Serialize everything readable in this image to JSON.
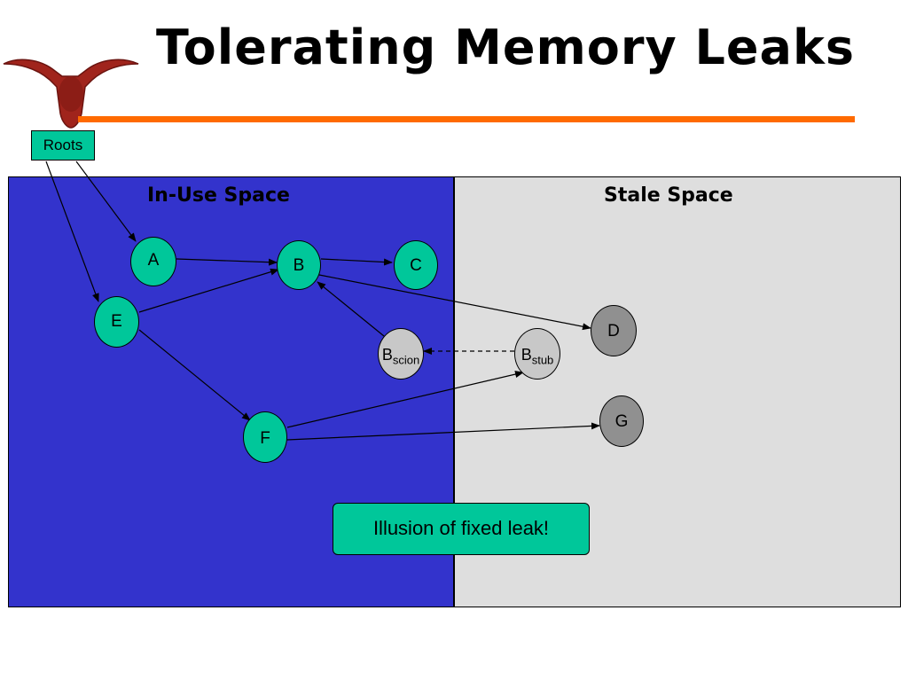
{
  "slide": {
    "title": "Tolerating Memory Leaks",
    "accent_color": "#ff6a00",
    "logo_icon": "longhorn-logo"
  },
  "diagram": {
    "roots_label": "Roots",
    "regions": {
      "in_use": {
        "label": "In-Use Space",
        "color": "#3333cc"
      },
      "stale": {
        "label": "Stale Space",
        "color": "#dedede"
      }
    },
    "nodes": {
      "A": "A",
      "B": "B",
      "C": "C",
      "D": "D",
      "E": "E",
      "F": "F",
      "G": "G",
      "B_scion": {
        "base": "B",
        "sub": "scion"
      },
      "B_stub": {
        "base": "B",
        "sub": "stub"
      }
    },
    "edges": [
      [
        "Roots",
        "A"
      ],
      [
        "Roots",
        "E"
      ],
      [
        "A",
        "B"
      ],
      [
        "B",
        "C"
      ],
      [
        "B",
        "D"
      ],
      [
        "E",
        "B"
      ],
      [
        "E",
        "F"
      ],
      [
        "B_scion",
        "B"
      ],
      [
        "F",
        "B_stub"
      ],
      [
        "F",
        "G"
      ],
      [
        "B_stub",
        "B_scion",
        "dashed"
      ]
    ],
    "callout": "Illusion of fixed leak!",
    "node_colors": {
      "live": "#00c79a",
      "stale": "#909090",
      "proxy": "#c8c8c8"
    }
  }
}
